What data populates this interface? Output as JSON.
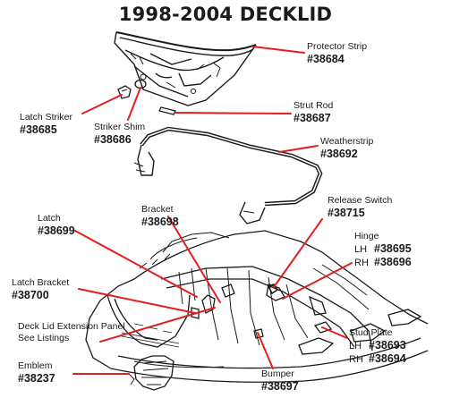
{
  "title": "1998-2004 DECKLID",
  "line_color": "#e0201e",
  "parts": {
    "protector_strip": {
      "name": "Protector Strip",
      "number": "#38684"
    },
    "strut_rod": {
      "name": "Strut Rod",
      "number": "#38687"
    },
    "latch_striker": {
      "name": "Latch Striker",
      "number": "#38685"
    },
    "striker_shim": {
      "name": "Striker Shim",
      "number": "#38686"
    },
    "weatherstrip": {
      "name": "Weatherstrip",
      "number": "#38692"
    },
    "release_switch": {
      "name": "Release Switch",
      "number": "#38715"
    },
    "bracket": {
      "name": "Bracket",
      "number": "#38698"
    },
    "latch": {
      "name": "Latch",
      "number": "#38699"
    },
    "hinge": {
      "name": "Hinge",
      "lh_tag": "LH",
      "lh_number": "#38695",
      "rh_tag": "RH",
      "rh_number": "#38696"
    },
    "latch_bracket": {
      "name": "Latch Bracket",
      "number": "#38700"
    },
    "deck_lid_extension_panel": {
      "name": "Deck Lid Extension Panel",
      "note": "See Listings"
    },
    "stud_plate": {
      "name": "Stud Plate",
      "lh_tag": "LH",
      "lh_number": "#38693",
      "rh_tag": "RH",
      "rh_number": "#38694"
    },
    "emblem": {
      "name": "Emblem",
      "number": "#38237"
    },
    "bumper": {
      "name": "Bumper",
      "number": "#38697"
    }
  }
}
